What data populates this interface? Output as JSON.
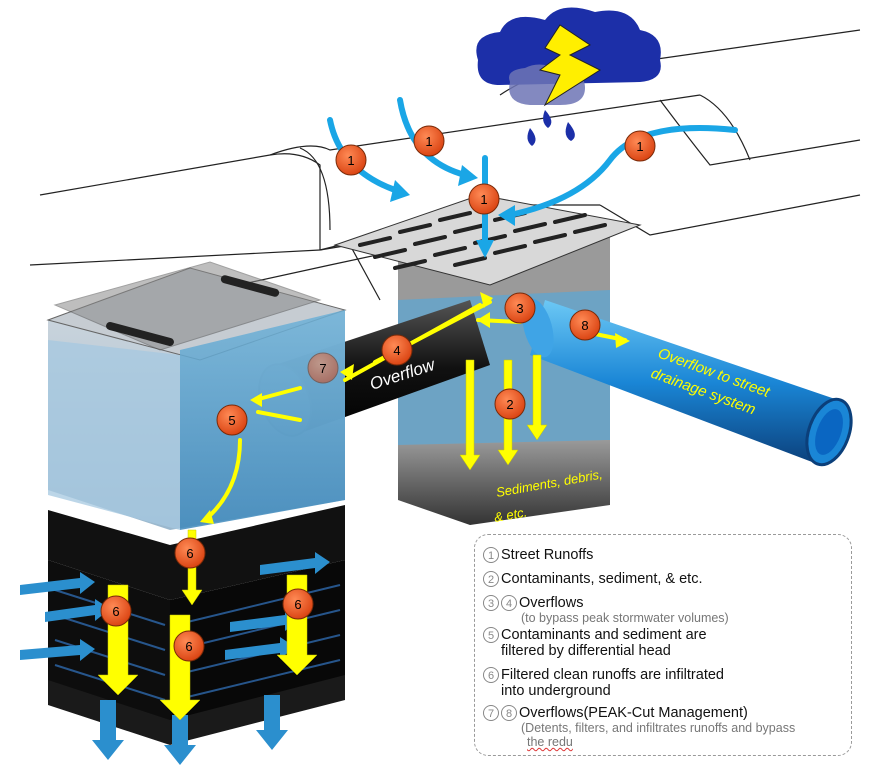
{
  "labels": {
    "overflow_pipe": "Overflow",
    "overflow_street": "Overflow to street",
    "drainage_system": "drainage system",
    "sediments_1": "Sediments, debris,",
    "sediments_2": "& etc."
  },
  "markers": [
    "1",
    "1",
    "1",
    "1",
    "2",
    "3",
    "4",
    "5",
    "6",
    "6",
    "6",
    "6",
    "7",
    "8"
  ],
  "legend": {
    "items": [
      {
        "nums": [
          "1"
        ],
        "text": "Street Runoffs"
      },
      {
        "nums": [
          "2"
        ],
        "text": "Contaminants, sediment, & etc."
      },
      {
        "nums": [
          "3",
          "4"
        ],
        "text": "Overflows",
        "sub": "(to bypass peak stormwater volumes)"
      },
      {
        "nums": [
          "5"
        ],
        "text": "Contaminants and sediment are",
        "text2": "filtered by differential head"
      },
      {
        "nums": [
          "6"
        ],
        "text": "Filtered clean runoffs are infiltrated",
        "text2": "into underground"
      },
      {
        "nums": [
          "7",
          "8"
        ],
        "text": "Overflows(PEAK-Cut Management)",
        "sub": "(Detents, filters, and infiltrates runoffs and bypass",
        "sub2": "the redu"
      }
    ]
  },
  "colors": {
    "arrow_blue": "#1aa6e6",
    "marker_red": "#e8501c",
    "flow_yellow": "#ffff00",
    "pipe_blue": "#1a86d6",
    "cloud_blue": "#1c2fa8"
  }
}
